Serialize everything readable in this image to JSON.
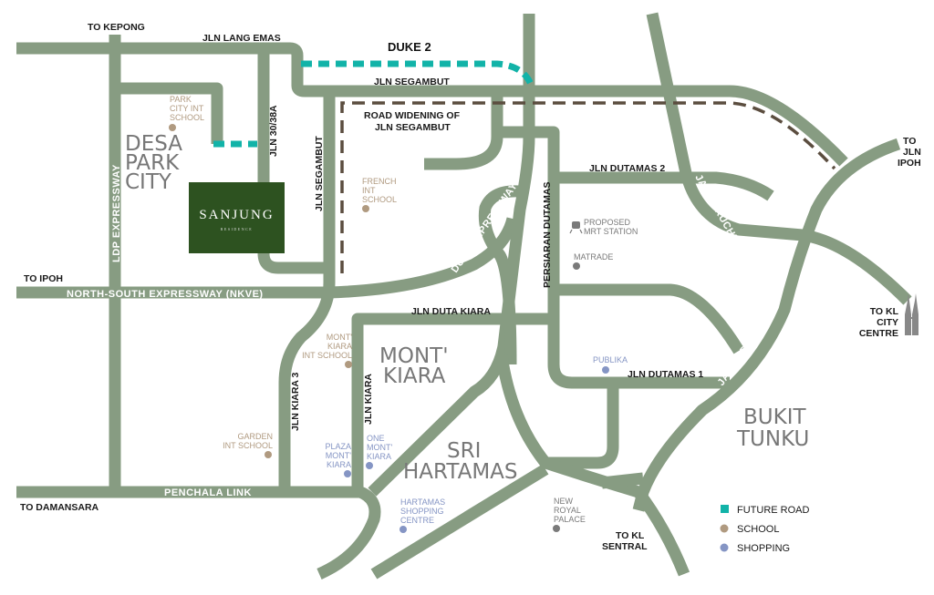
{
  "map": {
    "colors": {
      "road": "#879c82",
      "future_road": "#12b3a8",
      "road_widening": "#5b4d3f",
      "school": "#b09a80",
      "shopping": "#8595c4",
      "project": "#2d5220"
    },
    "project": {
      "name": "SANJUNG",
      "subtitle": "RESIDENCE"
    },
    "future_road_label": "DUKE 2",
    "road_widening_label": [
      "ROAD WIDENING OF",
      "JLN SEGAMBUT"
    ],
    "directions": {
      "kepong": "TO KEPONG",
      "ipoh": "TO IPOH",
      "damansara": "TO DAMANSARA",
      "jln_ipoh": [
        "TO",
        "JLN",
        "IPOH"
      ],
      "kl_city": [
        "TO KL",
        "CITY",
        "CENTRE"
      ],
      "kl_sentral": [
        "TO KL",
        "SENTRAL"
      ]
    },
    "roads": {
      "lang_emas": "JLN LANG EMAS",
      "segambut_h": "JLN SEGAMBUT",
      "segambut_v": "JLN SEGAMBUT",
      "jln30": "JLN 30/38A",
      "ldp": "LDP EXPRESSWAY",
      "nkve": "NORTH-SOUTH EXPRESSWAY (NKVE)",
      "duke": "DUKE EXPRESSWAY",
      "dutamas2": "JLN DUTAMAS 2",
      "persiaran": "PERSIARAN DUTAMAS",
      "kuching": "JALAN KUCHING",
      "duta_kiara": "JLN DUTA KIARA",
      "dutamas1": "JLN DUTAMAS 1",
      "jalan_duta": "JALAN DUTA",
      "kiara3": "JLN KIARA 3",
      "kiara": "JLN KIARA",
      "penchala": "PENCHALA LINK"
    },
    "areas": {
      "desa": [
        "DESA",
        "PARK",
        "CITY"
      ],
      "mont": [
        "MONT'",
        "KIARA"
      ],
      "sri": [
        "SRI",
        "HARTAMAS"
      ],
      "bukit": [
        "BUKIT",
        "TUNKU"
      ]
    },
    "pois": {
      "park_city": [
        "PARK",
        "CITY INT",
        "SCHOOL"
      ],
      "french": [
        "FRENCH",
        "INT",
        "SCHOOL"
      ],
      "mrt": [
        "PROPOSED",
        "MRT STATION"
      ],
      "matrade": [
        "MATRADE"
      ],
      "mont_school": [
        "MONT'",
        "KIARA",
        "INT SCHOOL"
      ],
      "publika": [
        "PUBLIKA"
      ],
      "garden": [
        "GARDEN",
        "INT SCHOOL"
      ],
      "plaza": [
        "PLAZA",
        "MONT'",
        "KIARA"
      ],
      "one_mont": [
        "ONE",
        "MONT'",
        "KIARA"
      ],
      "hartamas": [
        "HARTAMAS",
        "SHOPPING",
        "CENTRE"
      ],
      "royal": [
        "NEW",
        "ROYAL",
        "PALACE"
      ]
    },
    "legend": [
      {
        "label": "FUTURE ROAD",
        "icon": "teal-square-icon"
      },
      {
        "label": "SCHOOL",
        "icon": "tan-dot-icon"
      },
      {
        "label": "SHOPPING",
        "icon": "blue-dot-icon"
      }
    ]
  }
}
